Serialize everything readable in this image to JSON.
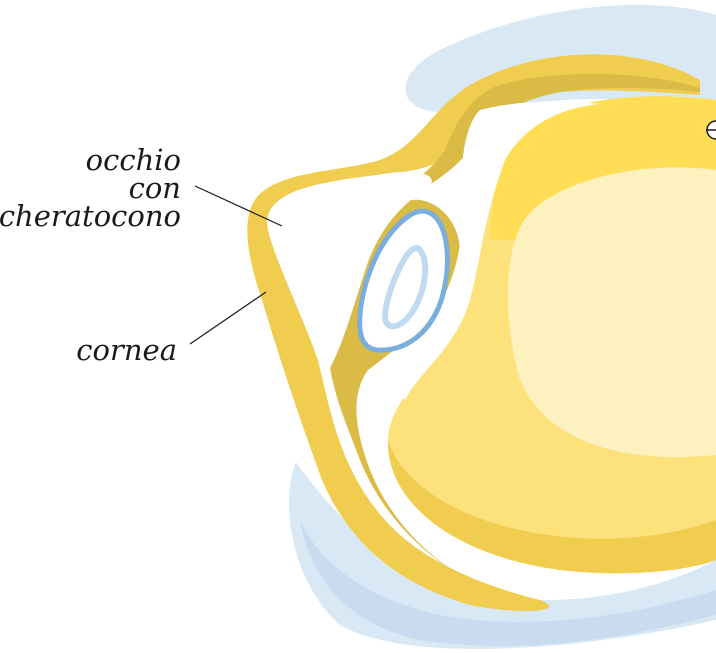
{
  "labels": {
    "keratoconus_eye": [
      "occhio",
      "con",
      "cheratocono"
    ],
    "cornea": "cornea"
  },
  "colors": {
    "background": "#ffffff",
    "lid_skin_blue": "#d9e8f5",
    "lid_skin_blue_dark": "#c9dcef",
    "orbit_yellow": "#f0cc4f",
    "orbit_yellow_dark": "#d9bb46",
    "globe_yellow": "#fde17a",
    "globe_yellow_bright": "#ffde55",
    "globe_center": "#fdf1bf",
    "lens_outline": "#7aaedd",
    "lens_fill": "#c2daf0",
    "leader_line": "#1a1a1a"
  }
}
